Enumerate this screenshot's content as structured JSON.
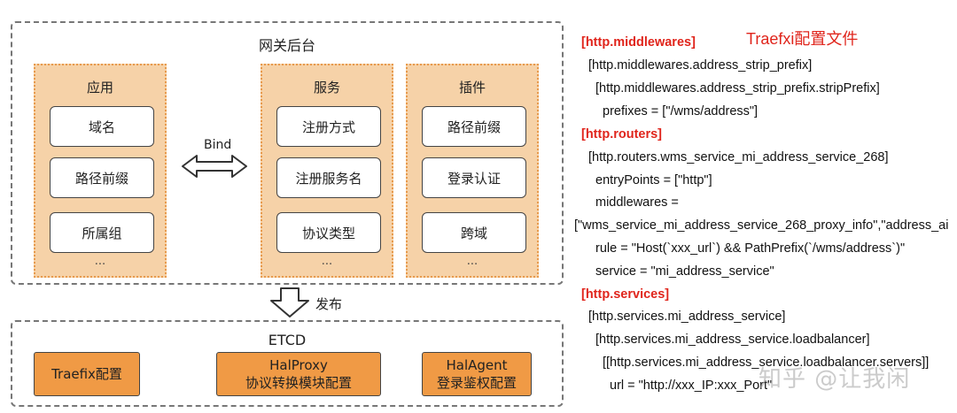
{
  "gateway": {
    "title": "网关后台",
    "columns": [
      {
        "title": "应用",
        "items": [
          "域名",
          "路径前缀",
          "所属组"
        ],
        "ellipsis": "..."
      },
      {
        "title": "服务",
        "items": [
          "注册方式",
          "注册服务名",
          "协议类型"
        ],
        "ellipsis": "..."
      },
      {
        "title": "插件",
        "items": [
          "路径前缀",
          "登录认证",
          "跨域"
        ],
        "ellipsis": "..."
      }
    ],
    "bind_label": "Bind"
  },
  "publish_label": "发布",
  "etcd": {
    "title": "ETCD",
    "boxes": [
      {
        "line1": "Traefix配置",
        "line2": ""
      },
      {
        "line1": "HalProxy",
        "line2": "协议转换模块配置"
      },
      {
        "line1": "HalAgent",
        "line2": "登录鉴权配置"
      }
    ]
  },
  "config": {
    "title": "Traefxi配置文件",
    "lines": [
      {
        "text": "[http.middlewares]",
        "section": true
      },
      {
        "text": "[http.middlewares.address_strip_prefix]",
        "section": false
      },
      {
        "text": "[http.middlewares.address_strip_prefix.stripPrefix]",
        "section": false
      },
      {
        "text": "prefixes = [\"/wms/address\"]",
        "section": false
      },
      {
        "text": "[http.routers]",
        "section": true
      },
      {
        "text": "[http.routers.wms_service_mi_address_service_268]",
        "section": false
      },
      {
        "text": "entryPoints = [\"http\"]",
        "section": false
      },
      {
        "text": "middlewares =",
        "section": false
      },
      {
        "text": "[\"wms_service_mi_address_service_268_proxy_info\",\"address_ai",
        "section": false
      },
      {
        "text": "rule = \"Host(`xxx_url`) && PathPrefix(`/wms/address`)\"",
        "section": false
      },
      {
        "text": "service = \"mi_address_service\"",
        "section": false
      },
      {
        "text": "[http.services]",
        "section": true
      },
      {
        "text": "[http.services.mi_address_service]",
        "section": false
      },
      {
        "text": "[http.services.mi_address_service.loadbalancer]",
        "section": false
      },
      {
        "text": "[[http.services.mi_address_service.loadbalancer.servers]]",
        "section": false
      },
      {
        "text": "url = \"http://xxx_IP:xxx_Port\"",
        "section": false
      }
    ]
  },
  "watermark": "知乎 @让我闲"
}
